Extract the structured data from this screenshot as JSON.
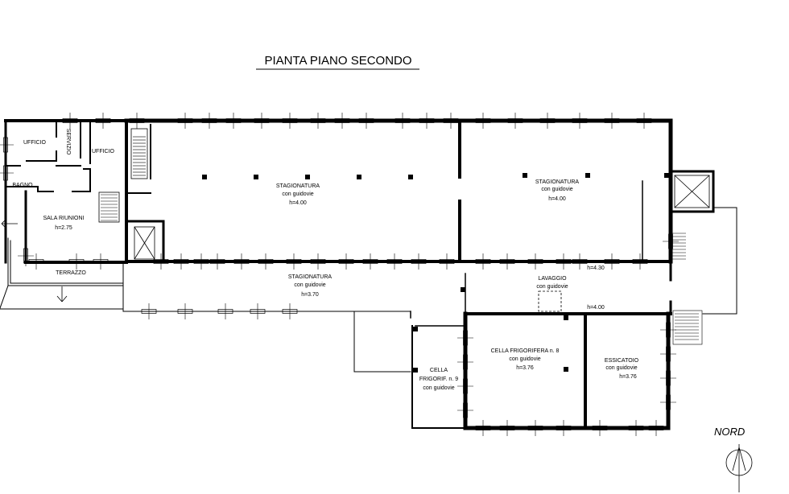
{
  "title": "PIANTA PIANO SECONDO",
  "north_label": "NORD",
  "rooms": {
    "ufficio_1": "UFFICIO",
    "servizio": "SERVIZIO",
    "ufficio_2": "UFFICIO",
    "bagno": "BAGNO",
    "sala_riunioni": {
      "name": "SALA RIUNIONI",
      "height": "h=2.75"
    },
    "terrazzo": "TERRAZZO",
    "stagionatura_1": {
      "name": "STAGIONATURA",
      "note": "con guidovie",
      "height": "h=4.00"
    },
    "stagionatura_2": {
      "name": "STAGIONATURA",
      "note": "con guidovie",
      "height": "h=4.00"
    },
    "stagionatura_3": {
      "name": "STAGIONATURA",
      "note": "con guidovie",
      "height": "h=3.70"
    },
    "lavaggio": {
      "name": "LAVAGGIO",
      "note": "con guidovie",
      "height_top": "h=4.30",
      "height_bottom": "h=4.00"
    },
    "cella_8": {
      "name": "CELLA FRIGORIFERA n. 8",
      "note": "con guidovie",
      "height": "h=3.76"
    },
    "cella_9": {
      "name_1": "CELLA",
      "name_2": "FRIGORIF. n. 9",
      "note": "con guidovie"
    },
    "essicatoio": {
      "name": "ESSICATOIO",
      "note": "con guidovie",
      "height": "h=3.76"
    }
  }
}
